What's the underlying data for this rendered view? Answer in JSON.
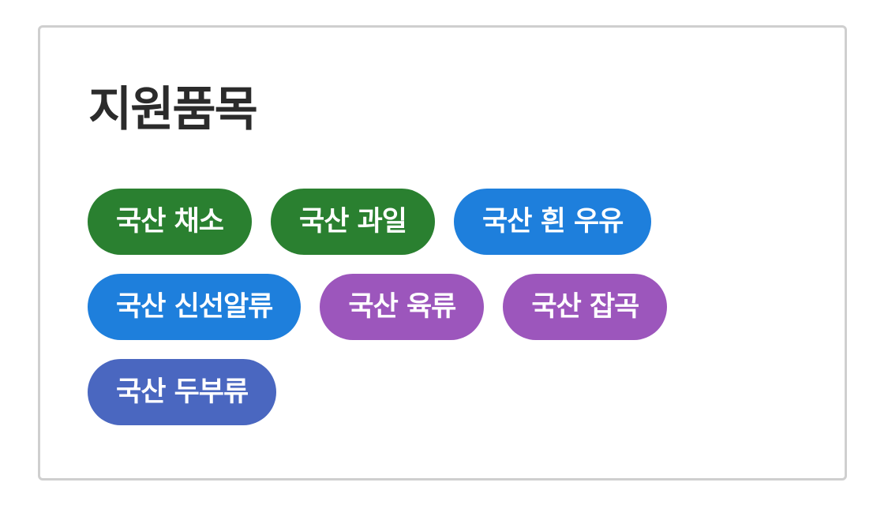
{
  "card": {
    "title": "지원품목"
  },
  "chips": [
    {
      "label": "국산 채소",
      "color": "#2a8030"
    },
    {
      "label": "국산 과일",
      "color": "#2a8030"
    },
    {
      "label": "국산 흰 우유",
      "color": "#1e7fdc"
    },
    {
      "label": "국산 신선알류",
      "color": "#1e7fdc"
    },
    {
      "label": "국산 육류",
      "color": "#9c56bc"
    },
    {
      "label": "국산 잡곡",
      "color": "#9c56bc"
    },
    {
      "label": "국산 두부류",
      "color": "#4a67c0"
    }
  ]
}
